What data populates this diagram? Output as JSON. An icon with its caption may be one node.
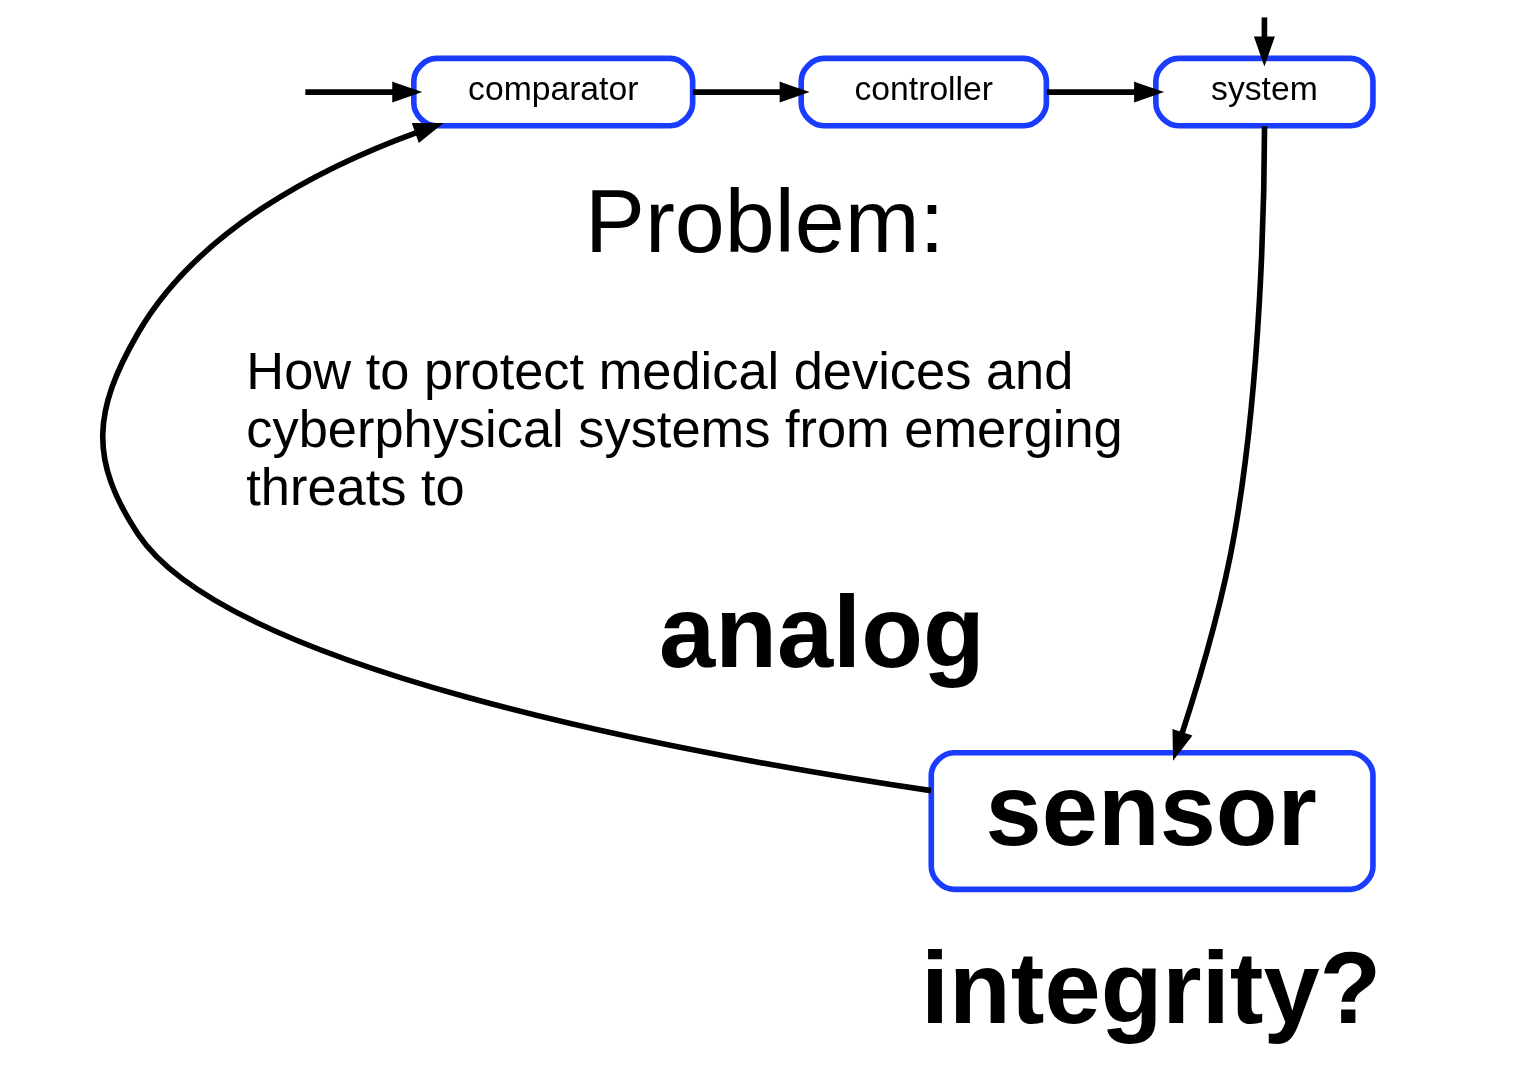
{
  "diagram": {
    "nodes": [
      {
        "text": [
          "comparator"
        ]
      },
      {
        "text": [
          "controller"
        ]
      },
      {
        "text": [
          "system"
        ]
      },
      {
        "text": [
          "sensor"
        ]
      }
    ],
    "edges": [
      {
        "from": null,
        "to": 0,
        "arrow": "to"
      },
      {
        "from": 0,
        "to": 1,
        "arrow": "to"
      },
      {
        "from": 1,
        "to": 2,
        "arrow": "to"
      },
      {
        "from": null,
        "to": 2,
        "arrow": "to"
      },
      {
        "from": 2,
        "to": 3,
        "arrow": "to"
      },
      {
        "from": 3,
        "to": 0,
        "arrow": "to"
      }
    ],
    "labels": [
      "Problem:",
      "How to protect medical devices and cyberphysical systems from emerging threats to",
      "analog",
      "integrity?"
    ]
  }
}
